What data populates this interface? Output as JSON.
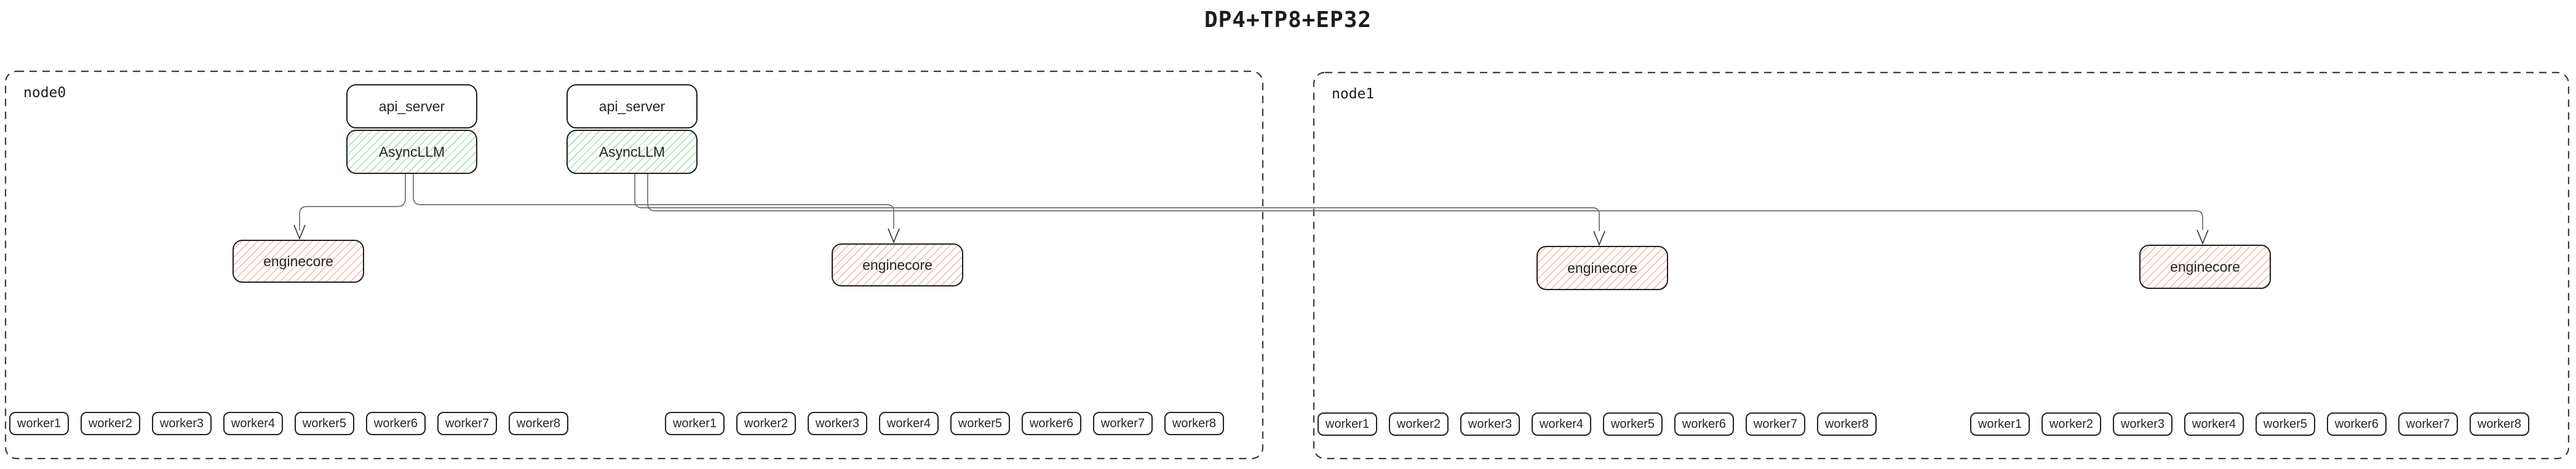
{
  "title": "DP4+TP8+EP32",
  "nodes": [
    {
      "label": "node0",
      "stacks": [
        {
          "api_server": "api_server",
          "async_llm": "AsyncLLM"
        },
        {
          "api_server": "api_server",
          "async_llm": "AsyncLLM"
        }
      ],
      "enginecores": [
        "enginecore",
        "enginecore"
      ],
      "worker_groups": [
        [
          "worker1",
          "worker2",
          "worker3",
          "worker4",
          "worker5",
          "worker6",
          "worker7",
          "worker8"
        ],
        [
          "worker1",
          "worker2",
          "worker3",
          "worker4",
          "worker5",
          "worker6",
          "worker7",
          "worker8"
        ]
      ]
    },
    {
      "label": "node1",
      "stacks": [],
      "enginecores": [
        "enginecore",
        "enginecore"
      ],
      "worker_groups": [
        [
          "worker1",
          "worker2",
          "worker3",
          "worker4",
          "worker5",
          "worker6",
          "worker7",
          "worker8"
        ],
        [
          "worker1",
          "worker2",
          "worker3",
          "worker4",
          "worker5",
          "worker6",
          "worker7",
          "worker8"
        ]
      ]
    }
  ],
  "edges": [
    {
      "from": "AsyncLLM (api_server 1, node0)",
      "to": "enginecore 1 (node0)"
    },
    {
      "from": "AsyncLLM (api_server 1, node0)",
      "to": "enginecore 2 (node0)"
    },
    {
      "from": "AsyncLLM (api_server 2, node0)",
      "to": "enginecore 3 (node1)"
    },
    {
      "from": "AsyncLLM (api_server 2, node0)",
      "to": "enginecore 4 (node1)"
    }
  ],
  "colors": {
    "background": "#ffffff",
    "box_border": "#1f1f1f",
    "node_dashed_border": "#3d3d3d",
    "async_llm_hatch": "#a9e2b9",
    "enginecore_hatch": "#f3b4ae",
    "edge_line": "#6f6f6f",
    "text": "#1f1f1f"
  }
}
